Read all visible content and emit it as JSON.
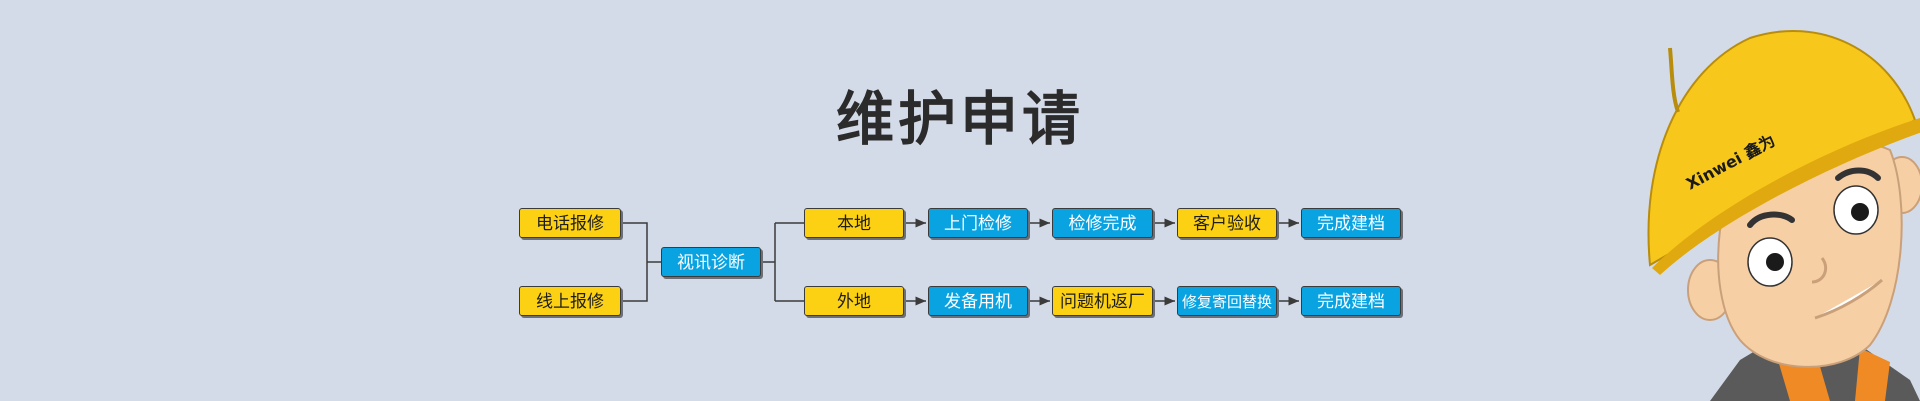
{
  "title": "维护申请",
  "flow": {
    "report_phone": "电话报修",
    "report_online": "线上报修",
    "diagnosis": "视讯诊断",
    "local": {
      "branch": "本地",
      "steps": [
        "上门检修",
        "检修完成",
        "客户验收",
        "完成建档"
      ]
    },
    "remote": {
      "branch": "外地",
      "steps": [
        "发备用机",
        "问题机返厂",
        "修复寄回替换",
        "完成建档"
      ]
    }
  },
  "mascot": {
    "helmet_text": "Xinwei 鑫为",
    "colors": {
      "helmet": "#f7c71c",
      "skin": "#f7cfa5",
      "vest": "#5a5a5a"
    }
  },
  "colors": {
    "yellow": "#fcd114",
    "blue": "#0aa3e2",
    "background": "#d4dbe8",
    "line": "#3b3b3b"
  }
}
